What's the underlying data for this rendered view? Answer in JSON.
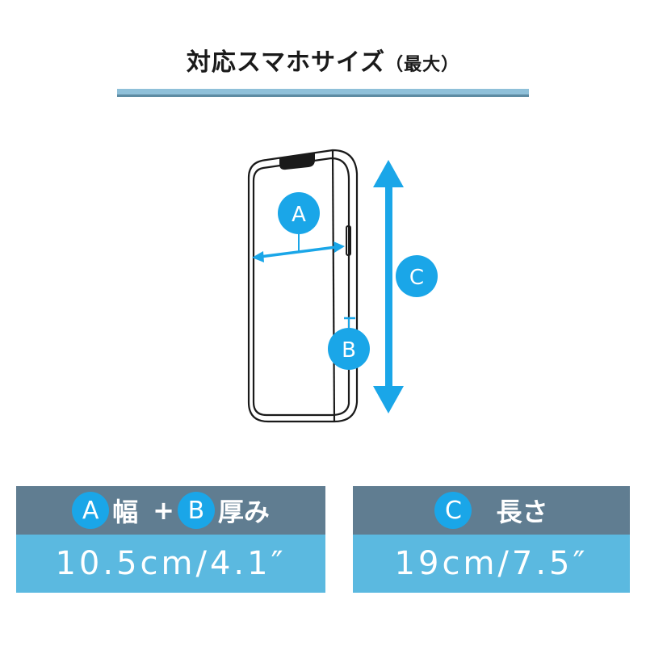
{
  "title": {
    "main": "対応スマホサイズ",
    "sub": "（最大）"
  },
  "diagram": {
    "label_a": "A",
    "label_b": "B",
    "label_c": "C"
  },
  "panels": {
    "width_thickness": {
      "badge_a": "A",
      "label_width": "幅",
      "plus": "+",
      "badge_b": "B",
      "label_thickness": "厚み",
      "value": "10.5cm/4.1″"
    },
    "length": {
      "badge_c": "C",
      "label_length": "長さ",
      "value": "19cm/7.5″"
    }
  },
  "colors": {
    "accent": "#1aa6e8",
    "header_bg": "#607d91",
    "value_bg": "#5bb9e0",
    "rule": "#8fc0d9"
  }
}
